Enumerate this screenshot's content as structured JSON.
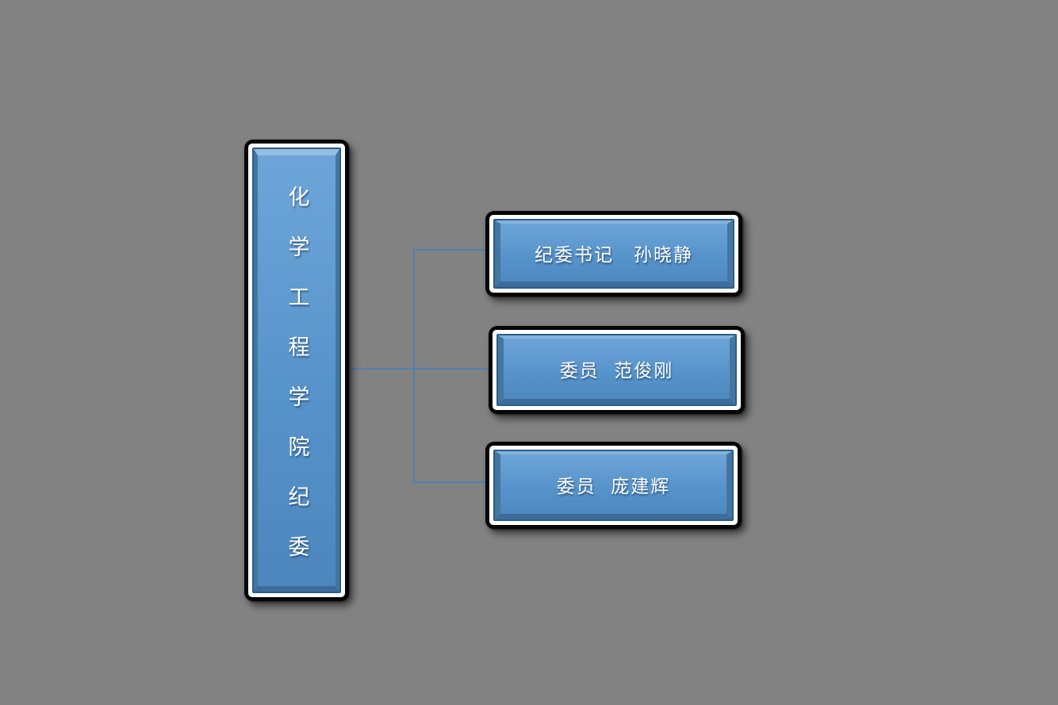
{
  "diagram": {
    "type": "org-chart",
    "root": {
      "label": "化学工程学院纪委"
    },
    "members": [
      {
        "label": "纪委书记　孙晓静"
      },
      {
        "label": "委员  范俊刚"
      },
      {
        "label": "委员  庞建辉"
      }
    ]
  },
  "colors": {
    "background": "#828282",
    "node_fill": "#5793cb",
    "node_fill_light": "#6ea6d9",
    "node_fill_deep": "#4c86bd",
    "bevel_highlight": "#83b2df",
    "bevel_side": "#44779f",
    "bevel_shade": "#3b6c9c",
    "inner_outline": "#2e5c87",
    "border_white": "#ffffff",
    "outline_black": "#060606",
    "connector": "#4d81b3",
    "text_color": "#ffffff"
  }
}
